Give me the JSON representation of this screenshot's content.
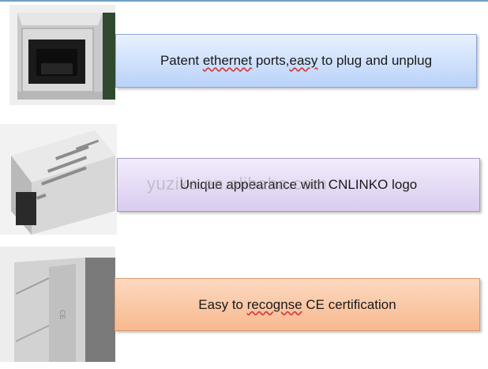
{
  "rows": [
    {
      "caption_parts": [
        "Patent ",
        "ethernet",
        " ports,",
        "easy",
        " to plug and unplug"
      ]
    },
    {
      "caption": "Unique appearance with CNLINKO logo"
    },
    {
      "caption_parts": [
        "Easy to ",
        "recognse",
        " CE certification"
      ]
    }
  ],
  "watermark": "yuzike.en.alibaba.com",
  "colors": {
    "row1_box": "#c7dcf9",
    "row2_box": "#e2d7f3",
    "row3_box": "#fac6a2",
    "top_rule": "#6f9fc4"
  }
}
